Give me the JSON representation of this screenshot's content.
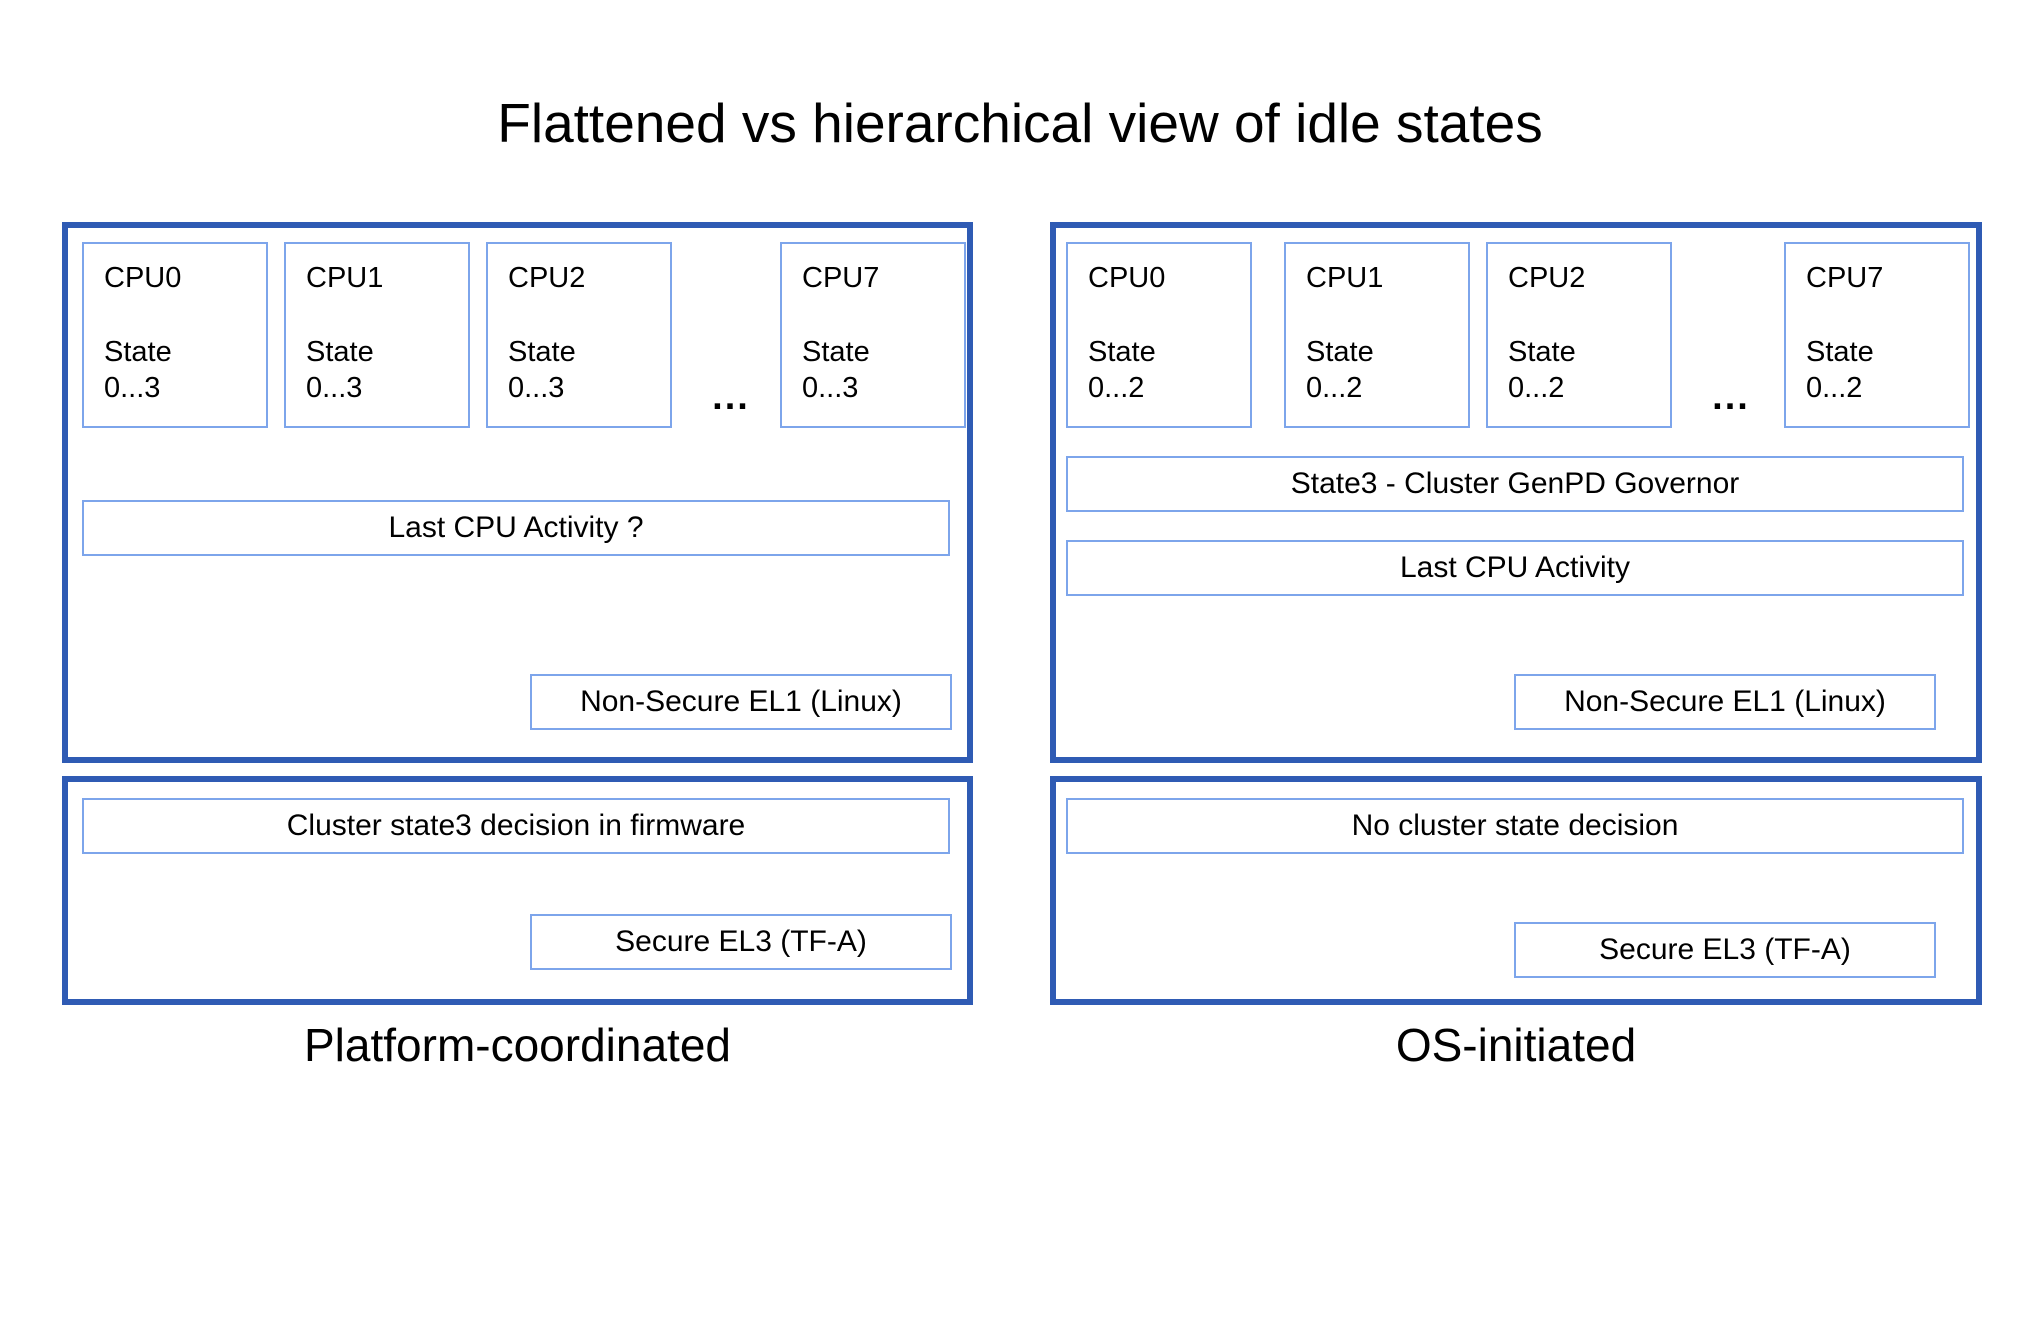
{
  "title": "Flattened vs hierarchical view of idle states",
  "colors": {
    "outer_border": "#2f5bb4",
    "inner_border": "#7da5eb",
    "text": "#000000"
  },
  "left": {
    "caption": "Platform-coordinated",
    "ellipsis": "...",
    "cpus": [
      {
        "name": "CPU0",
        "state_label": "State",
        "state_range": "0...3"
      },
      {
        "name": "CPU1",
        "state_label": "State",
        "state_range": "0...3"
      },
      {
        "name": "CPU2",
        "state_label": "State",
        "state_range": "0...3"
      },
      {
        "name": "CPU7",
        "state_label": "State",
        "state_range": "0...3"
      }
    ],
    "activity_box": "Last CPU Activity ?",
    "el1_box": "Non-Secure EL1 (Linux)",
    "firmware": {
      "decision_box": "Cluster state3 decision in firmware",
      "el3_box": "Secure EL3 (TF-A)"
    }
  },
  "right": {
    "caption": "OS-initiated",
    "ellipsis": "...",
    "cpus": [
      {
        "name": "CPU0",
        "state_label": "State",
        "state_range": "0...2"
      },
      {
        "name": "CPU1",
        "state_label": "State",
        "state_range": "0...2"
      },
      {
        "name": "CPU2",
        "state_label": "State",
        "state_range": "0...2"
      },
      {
        "name": "CPU7",
        "state_label": "State",
        "state_range": "0...2"
      }
    ],
    "governor_box": "State3 - Cluster GenPD Governor",
    "activity_box": "Last CPU Activity",
    "el1_box": "Non-Secure EL1 (Linux)",
    "firmware": {
      "decision_box": "No cluster state decision",
      "el3_box": "Secure EL3 (TF-A)"
    }
  }
}
